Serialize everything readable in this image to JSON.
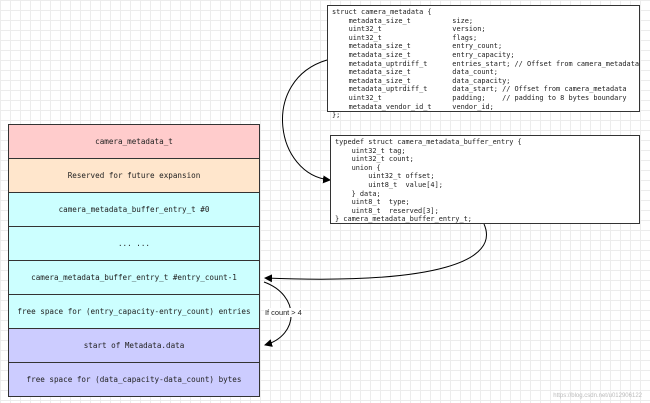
{
  "struct_box": {
    "lines": [
      "struct camera_metadata {",
      "    metadata_size_t          size;",
      "    uint32_t                 version;",
      "    uint32_t                 flags;",
      "    metadata_size_t          entry_count;",
      "    metadata_size_t          entry_capacity;",
      "    metadata_uptrdiff_t      entries_start; // Offset from camera_metadata",
      "    metadata_size_t          data_count;",
      "    metadata_size_t          data_capacity;",
      "    metadata_uptrdiff_t      data_start; // Offset from camera_metadata",
      "    uint32_t                 padding;    // padding to 8 bytes boundary",
      "    metadata_vendor_id_t     vendor_id;",
      "};"
    ]
  },
  "entry_box": {
    "lines": [
      "typedef struct camera_metadata_buffer_entry {",
      "    uint32_t tag;",
      "    uint32_t count;",
      "    union {",
      "        uint32_t offset;",
      "        uint8_t  value[4];",
      "    } data;",
      "    uint8_t  type;",
      "    uint8_t  reserved[3];",
      "} camera_metadata_buffer_entry_t;"
    ]
  },
  "memory_layout": {
    "blocks": [
      {
        "label": "camera_metadata_t",
        "color": "#ffcccc"
      },
      {
        "label": "Reserved for future expansion",
        "color": "#ffe6cc"
      },
      {
        "label": "camera_metadata_buffer_entry_t #0",
        "color": "#ccffff"
      },
      {
        "label": "... ...",
        "color": "#ccffff"
      },
      {
        "label": "camera_metadata_buffer_entry_t #entry_count-1",
        "color": "#ccffff"
      },
      {
        "label": "free space for (entry_capacity-entry_count) entries",
        "color": "#ccffff"
      },
      {
        "label": "start of Metadata.data",
        "color": "#ccccff"
      },
      {
        "label": "free space for (data_capacity-data_count) bytes",
        "color": "#ccccff"
      }
    ]
  },
  "edge_label": "If count > 4",
  "watermark": "https://blog.csdn.net/u012906122",
  "stroke_color": "#000000"
}
